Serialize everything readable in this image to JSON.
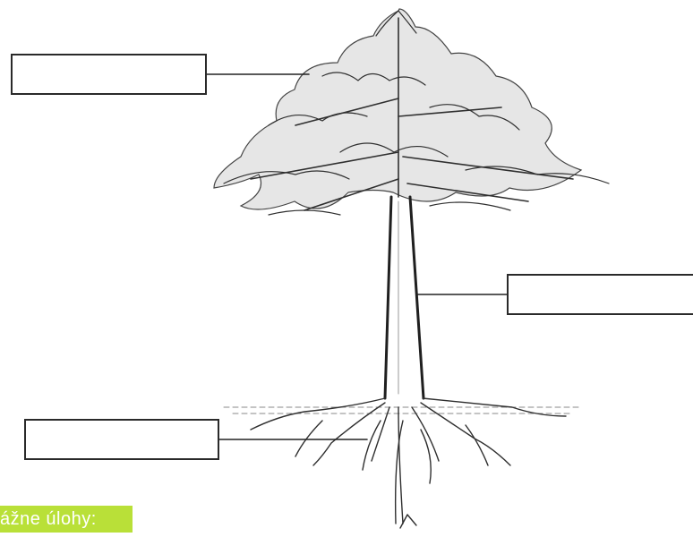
{
  "diagram": {
    "labels": [
      {
        "id": "crown",
        "text": ""
      },
      {
        "id": "trunk",
        "text": ""
      },
      {
        "id": "roots",
        "text": ""
      }
    ]
  },
  "footer": {
    "banner_text": "ážne úlohy:"
  },
  "colors": {
    "ink": "#2a2a2a",
    "banner": "#b9e038",
    "background": "#ffffff"
  }
}
